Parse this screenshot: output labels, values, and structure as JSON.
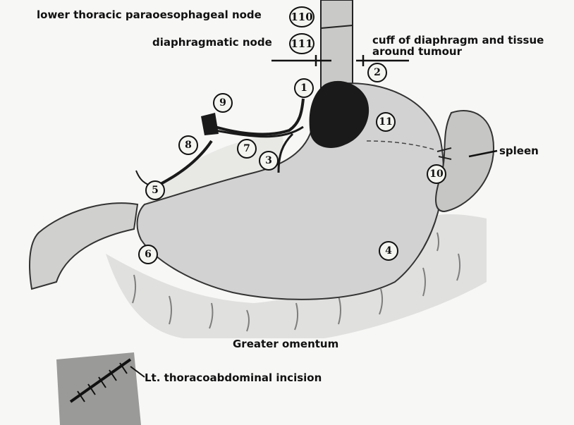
{
  "labels": {
    "node110": "lower thoracic paraoesophageal node",
    "node111": "diaphragmatic node",
    "cuff_line1": "cuff of diaphragm and tissue",
    "cuff_line2": "around tumour",
    "spleen": "spleen",
    "omentum": "Greater omentum",
    "incision": "Lt. thoracoabdominal incision"
  },
  "node_numbers": {
    "n110": "110",
    "n111": "111",
    "n1": "1",
    "n2": "2",
    "n3": "3",
    "n4": "4",
    "n5": "5",
    "n6": "6",
    "n7": "7",
    "n8": "8",
    "n9": "9",
    "n10": "10",
    "n11": "11"
  },
  "colors": {
    "background": "#f7f7f5",
    "stomach": "#d2d2d2",
    "tumour": "#1a1a1a",
    "ink": "#111111"
  }
}
